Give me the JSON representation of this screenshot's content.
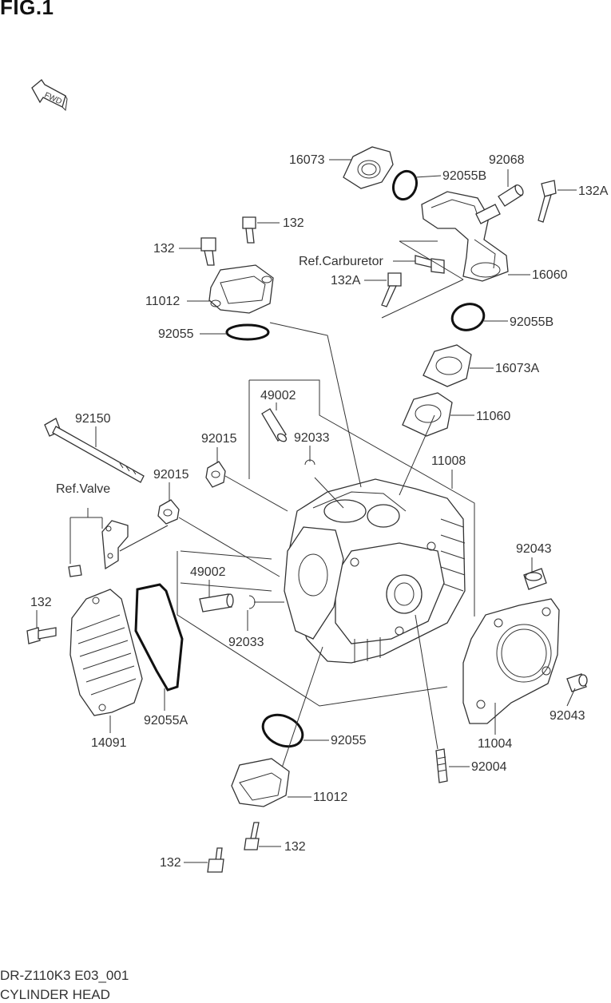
{
  "figure": {
    "title": "FIG.1",
    "fwd_label": "FWD"
  },
  "footer": {
    "model_code": "DR-Z110K3 E03_001",
    "section_name": "CYLINDER HEAD"
  },
  "callouts": {
    "c16073": "16073",
    "c92055B_top": "92055B",
    "c92068": "92068",
    "c132A_right": "132A",
    "c132_top": "132",
    "c132_left": "132",
    "c_ref_carb": "Ref.Carburetor",
    "c132A_mid": "132A",
    "c16060": "16060",
    "c11012_top": "11012",
    "c92055_top": "92055",
    "c92055B_mid": "92055B",
    "c16073A": "16073A",
    "c49002_top": "49002",
    "c11060": "11060",
    "c92150": "92150",
    "c92015_a": "92015",
    "c92033_top": "92033",
    "c11008": "11008",
    "c92015_b": "92015",
    "c_ref_valve": "Ref.Valve",
    "c92043_top": "92043",
    "c49002_mid": "49002",
    "c132_bolt_left": "132",
    "c92033_mid": "92033",
    "c92055A": "92055A",
    "c14091": "14091",
    "c92043_right": "92043",
    "c11004": "11004",
    "c92055_bot": "92055",
    "c92004": "92004",
    "c11012_bot": "11012",
    "c132_bot_right": "132",
    "c132_bot_left": "132"
  }
}
